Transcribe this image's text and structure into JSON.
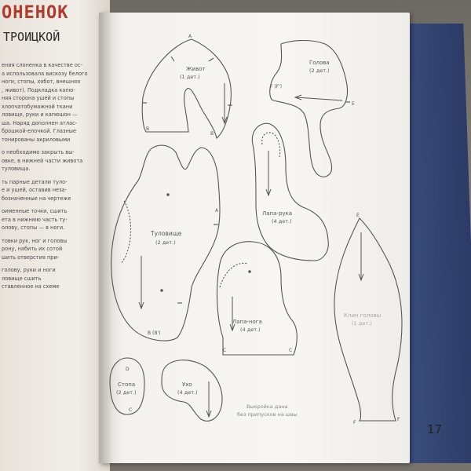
{
  "header": {
    "title": "ОНЕНОК",
    "subtitle": "ТРОИЦКОЙ"
  },
  "left_text": {
    "paragraphs": [
      [
        "ения слоненка в качестве ос-",
        "а использовала вискозу белого",
        "ноги, стопы, хобот, внешняя",
        ", живот). Подкладка капю-",
        "няя сторона ушей и стопы",
        "хлопчатобумажной ткани",
        "ловище, руки и капюшон —",
        "ша. Наряд дополнен атлас-",
        "брошкой-елочкой. Глазные",
        "тонированы акриловыми"
      ],
      [
        "о необходимо закрыть вы-",
        "овке, в нижней части живота",
        "туловища."
      ],
      [
        "ть парные детали туло-",
        "е и ушей, оставив неза-",
        "бозначенные на чертеже"
      ],
      [
        "оименные точки, сшить",
        "ета в нижнюю часть ту-",
        "олову, стопы — в ноги."
      ],
      [
        "товки рук, ног и головы",
        "рону, набить их сотой",
        "шить отверстия при-"
      ],
      [
        "голову, руки и ноги",
        "ловище сшить",
        "ставленное на схеме"
      ]
    ]
  },
  "pattern": {
    "pieces": {
      "belly": {
        "name": "Живот",
        "count": "(1 дет.)",
        "points": [
          "A",
          "B",
          "B"
        ]
      },
      "head": {
        "name": "Голова",
        "count": "(2 дет.)",
        "points": [
          "F (F')",
          "E"
        ]
      },
      "arm": {
        "name": "Лапа-рука",
        "count": "(4 дет.)"
      },
      "body": {
        "name": "Туловище",
        "count": "(2 дет.)",
        "points": [
          "A",
          "B (B')"
        ]
      },
      "leg": {
        "name": "Лапа-нога",
        "count": "(4 дет.)",
        "points": [
          "C",
          "C"
        ]
      },
      "hood": {
        "name": "Клин головы",
        "count": "(1 дет.)",
        "points": [
          "E",
          "F",
          "F"
        ]
      },
      "sole": {
        "name": "Стопа",
        "count": "(2 дет.)",
        "points": [
          "D",
          "C"
        ]
      },
      "ear": {
        "name": "Ухо",
        "count": "(4 дет.)"
      }
    },
    "note": [
      "Выкройка дана",
      "без припусков на швы"
    ]
  },
  "page_number": "17",
  "colors": {
    "accent_title": "#b23a2a",
    "book_cover": "#2f3f6c",
    "line": "#555555"
  }
}
